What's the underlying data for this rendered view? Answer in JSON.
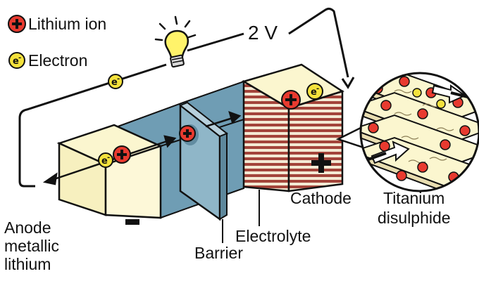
{
  "legend": {
    "lithium_ion": "Lithium ion",
    "electron": "Electron"
  },
  "circuit": {
    "voltage": "2 V"
  },
  "labels": {
    "anode": [
      "Anode",
      "metallic",
      "lithium"
    ],
    "barrier": "Barrier",
    "electrolyte": "Electrolyte",
    "cathode": "Cathode",
    "titanium": [
      "Titanium",
      "disulphide"
    ]
  },
  "symbols": {
    "plus": "+",
    "minus": "−",
    "electron": "e"
  },
  "colors": {
    "ion_red": "#e83a2f",
    "electron_yellow": "#f4e23c",
    "electrolyte_blue": "#6f9db4",
    "anode_cream": "#fbf6cf",
    "cathode_stripe": "#a3443a",
    "bulb_yellow": "#fff36a"
  }
}
